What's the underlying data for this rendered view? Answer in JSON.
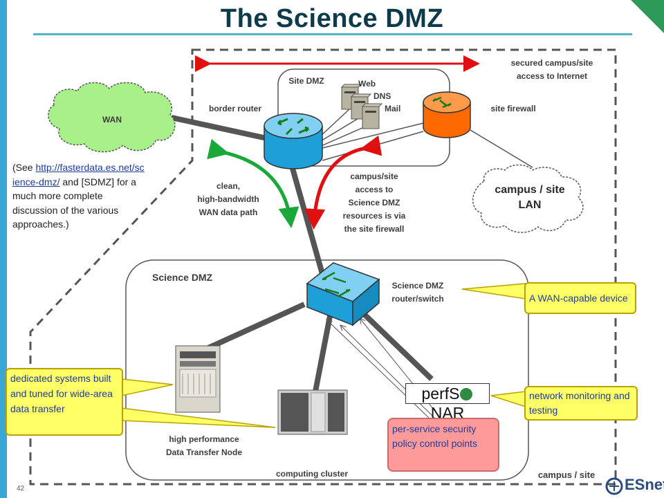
{
  "title": "The Science DMZ",
  "slide_number": "42",
  "logo_text": "ESnet",
  "labels": {
    "wan": "WAN",
    "site_dmz": "Site DMZ",
    "web": "Web",
    "dns": "DNS",
    "mail": "Mail",
    "border_router": "border router",
    "site_firewall": "site firewall",
    "secured_access": [
      "secured campus/site",
      "access to Internet"
    ],
    "campus_lan": [
      "campus / site",
      "LAN"
    ],
    "clean_path": [
      "clean,",
      "high-bandwidth",
      "WAN data path"
    ],
    "campus_access": [
      "campus/site",
      "access to",
      "Science DMZ",
      "resources is via",
      "the site firewall"
    ],
    "science_dmz": "Science DMZ",
    "sdmz_router": [
      "Science DMZ",
      "router/switch"
    ],
    "hpdtn": [
      "high performance",
      "Data Transfer Node"
    ],
    "computing_cluster": "computing cluster",
    "campus_site": "campus / site",
    "perfsonar_left": "perfS",
    "perfsonar_right": "NAR"
  },
  "note": {
    "prefix": "(See ",
    "link": "http://fasterdata.es.net/science-dmz/",
    "suffix": " and [SDMZ] for a much more complete discussion of the various approaches.)"
  },
  "callouts": {
    "wan_device": "A WAN-capable device",
    "monitoring": "network monitoring and testing",
    "dedicated": "dedicated systems built and tuned for wide-area data transfer",
    "policy": "per-service security policy control points"
  },
  "colors": {
    "accent": "#3aa6d6",
    "title": "#0e3b4c",
    "wan_cloud": "#a8f08a",
    "router": "#1e9fd8",
    "firewall": "#ff6a00",
    "callout": "#ffff66",
    "policy_box": "#ff9a9a",
    "green_arrow": "#1aa83a",
    "red_arrow": "#e01010"
  }
}
